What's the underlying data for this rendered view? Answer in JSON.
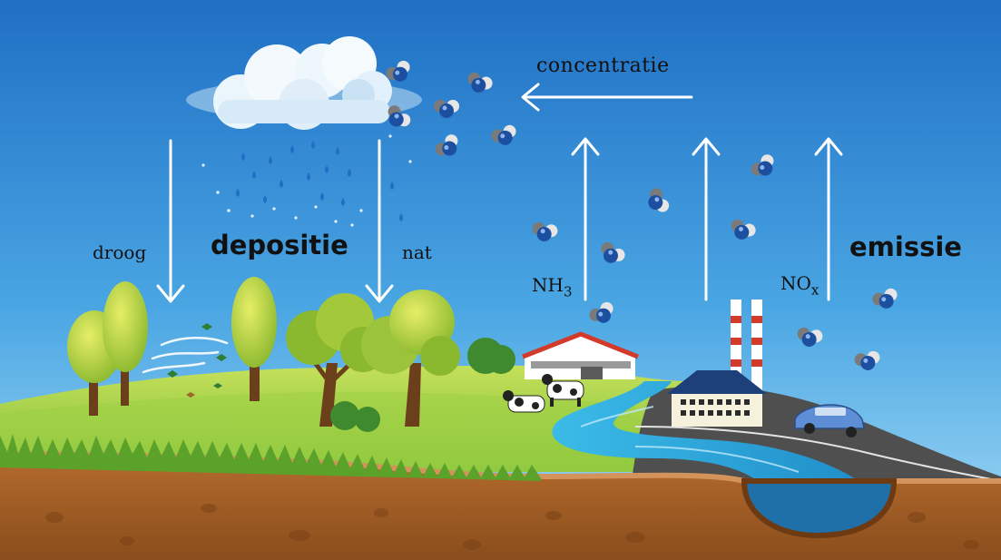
{
  "labels": {
    "concentration": "concentratie",
    "dry": "droog",
    "deposition": "depositie",
    "wet": "nat",
    "emission": "emissie",
    "nh3_base": "NH",
    "nh3_sub": "3",
    "nox_base": "NO",
    "nox_sub": "x"
  },
  "colors": {
    "sky_top": "#1f6fc4",
    "sky_bottom": "#8fd3f5",
    "grass": "#8cc63f",
    "soil": "#a8622a",
    "water": "#2aa3d8",
    "road": "#4a4a4a",
    "molecule_blue": "#1d4fa0",
    "molecule_grey": "#7a7a7a"
  },
  "icons": {
    "molecule": "molecule-icon",
    "raindrop": "raindrop-icon",
    "cloud": "cloud-icon",
    "tree": "tree-icon",
    "cow": "cow-icon",
    "factory": "factory-icon",
    "car": "car-icon",
    "barn": "barn-icon",
    "leaf": "leaf-icon"
  }
}
